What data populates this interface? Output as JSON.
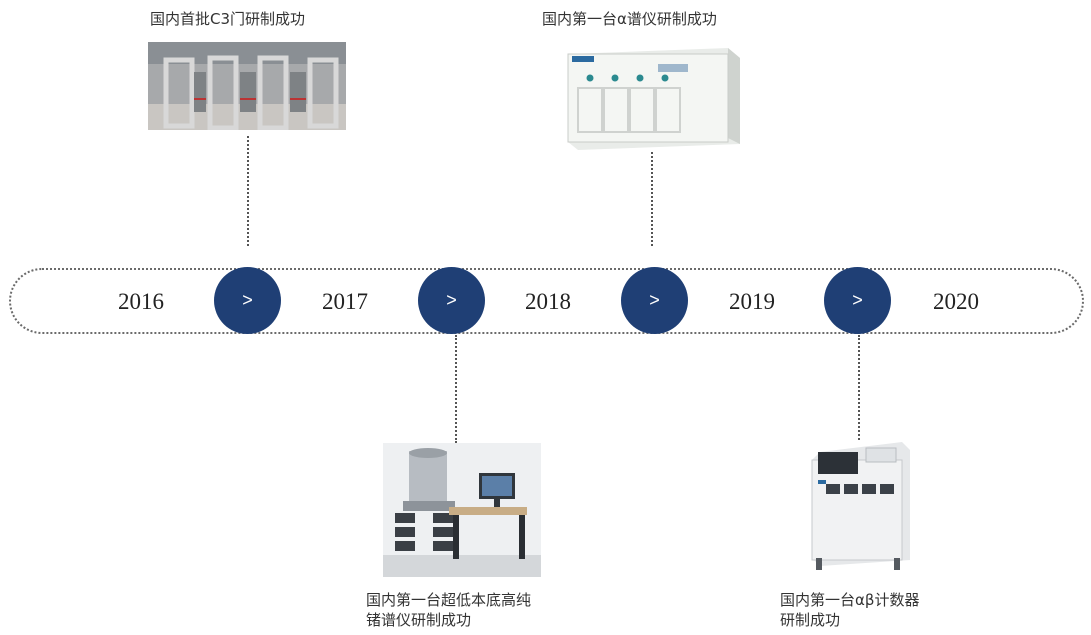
{
  "milestones": {
    "c3_gate": {
      "caption": "国内首批C3门研制成功"
    },
    "alpha_spectrometer": {
      "caption": "国内第一台α谱仪研制成功"
    },
    "germanium": {
      "caption_line1": "国内第一台超低本底高纯",
      "caption_line2": "锗谱仪研制成功"
    },
    "ab_counter": {
      "caption_line1": "国内第一台αβ计数器",
      "caption_line2": "研制成功"
    }
  },
  "years": [
    "2016",
    "2017",
    "2018",
    "2019",
    "2020"
  ],
  "arrow_label": ">",
  "colors": {
    "arrow_circle": "#1f3f75",
    "dotted_line": "#555555"
  }
}
